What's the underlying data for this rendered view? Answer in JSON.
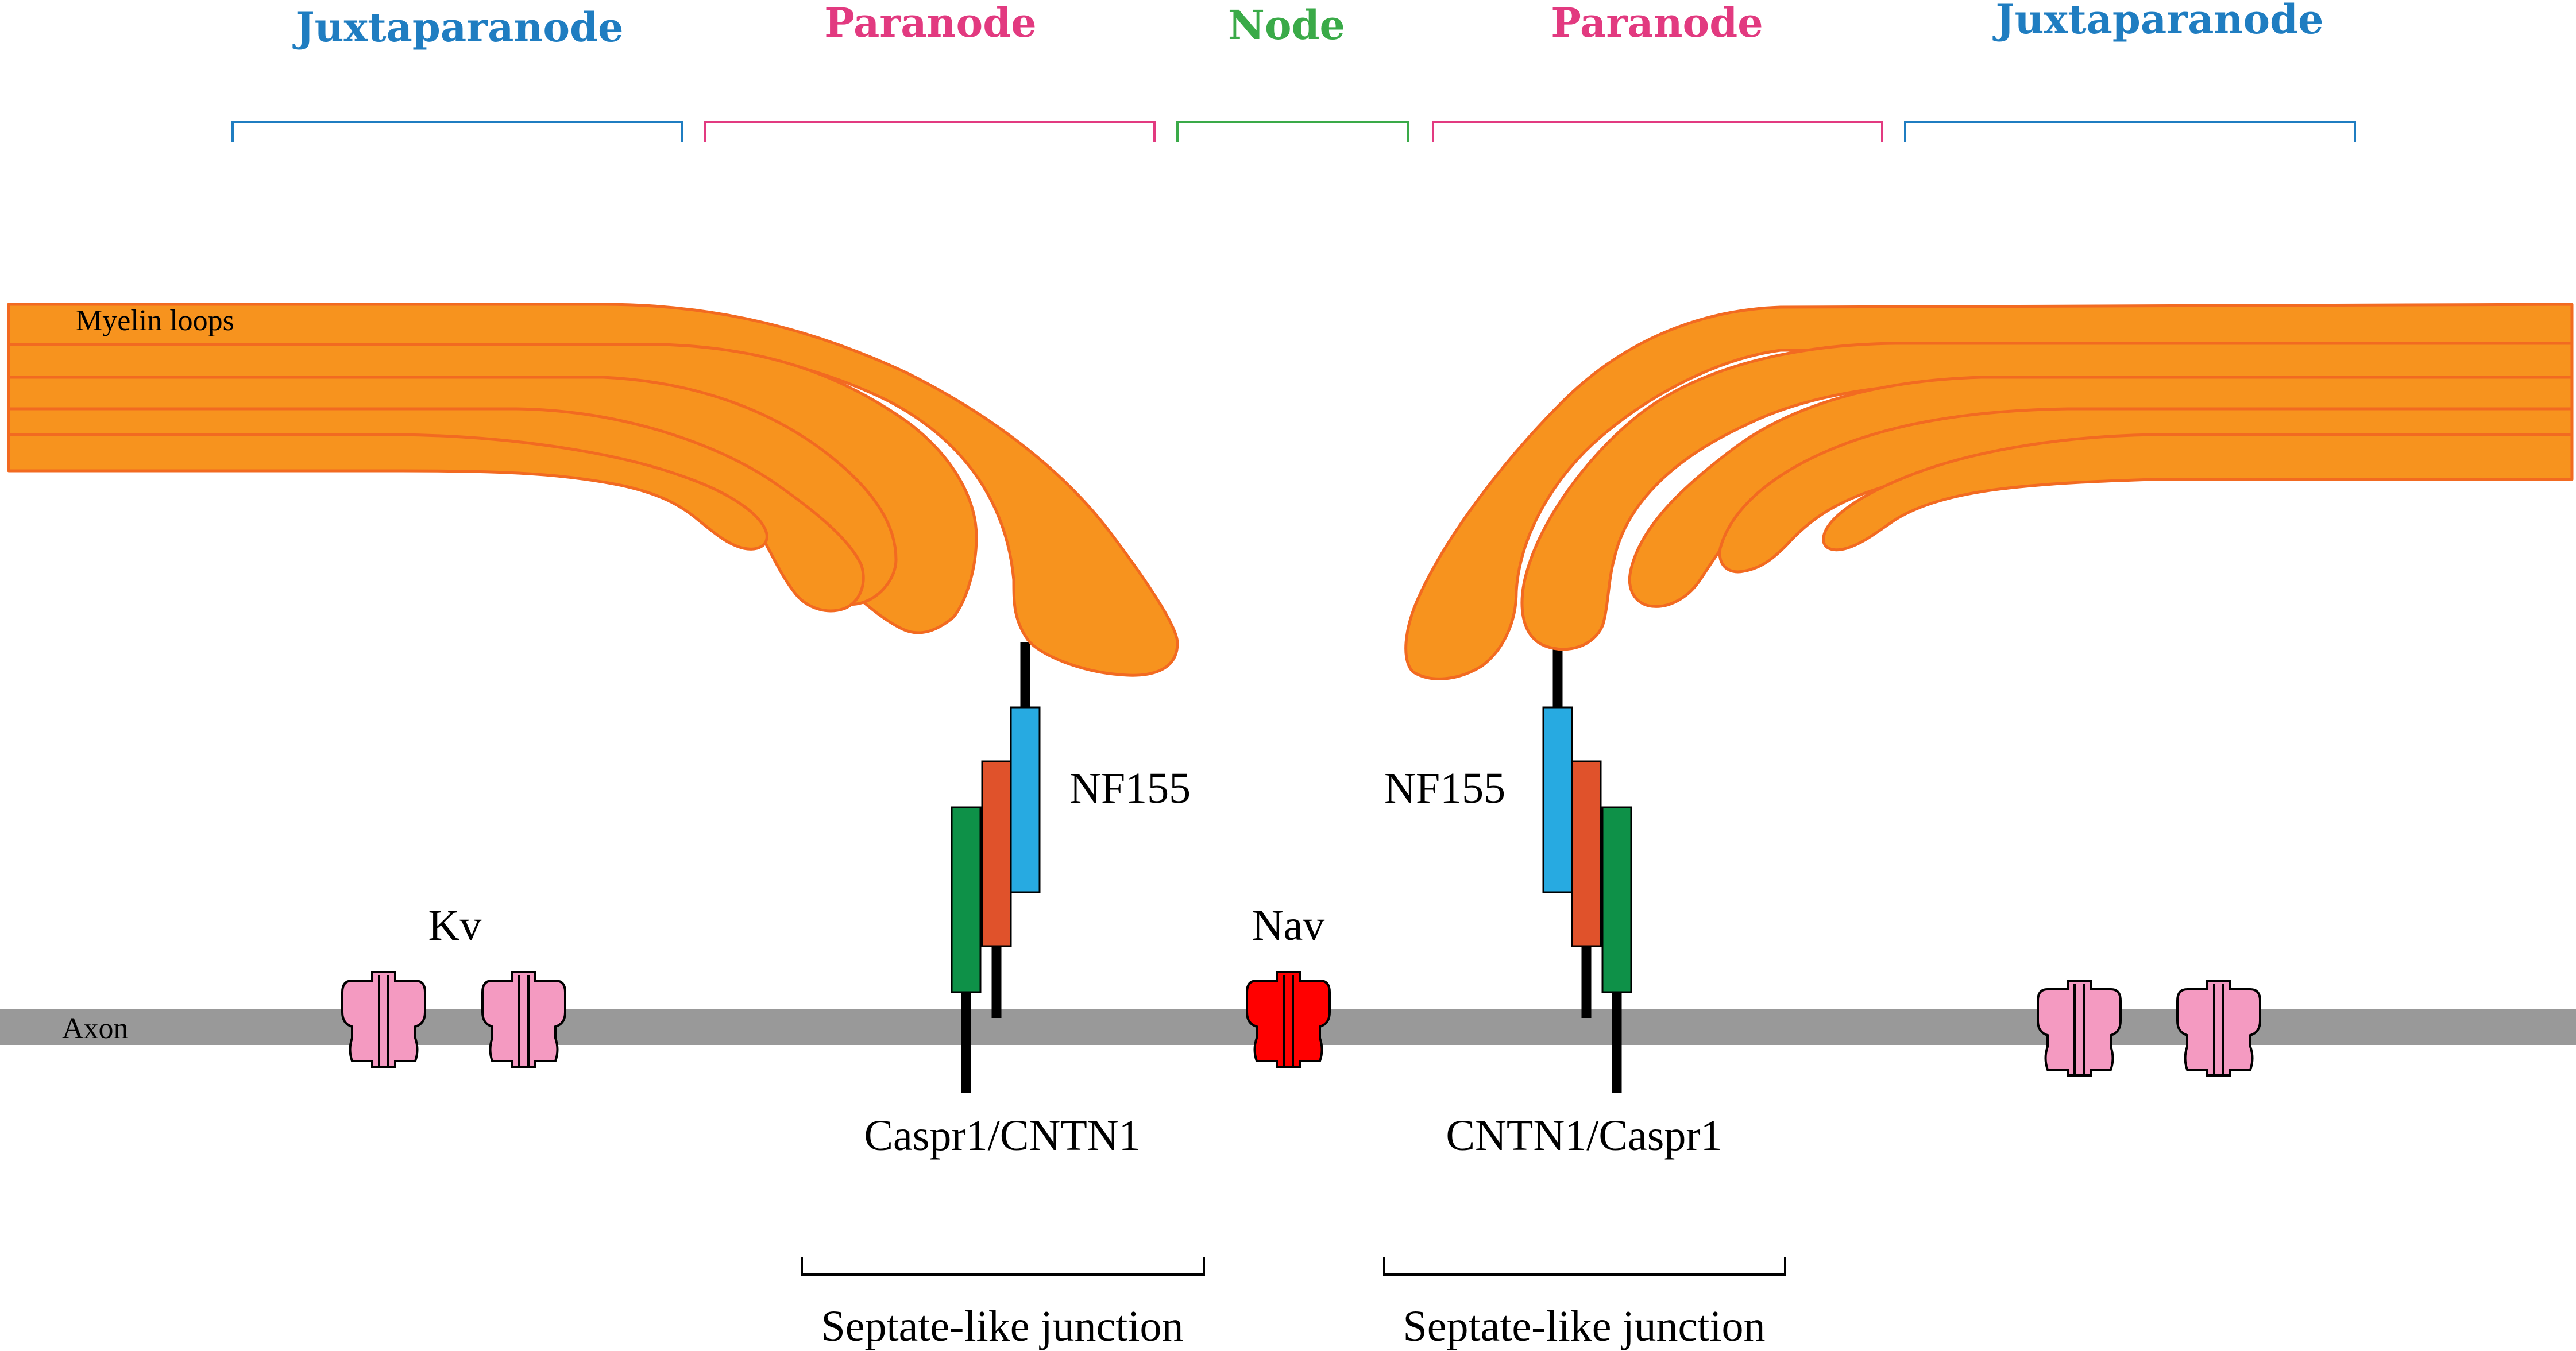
{
  "regions": [
    {
      "label": "Juxtaparanode",
      "color": "#1f7dc1"
    },
    {
      "label": "Paranode",
      "color": "#e23a80"
    },
    {
      "label": "Node",
      "color": "#3aaa48"
    },
    {
      "label": "Paranode",
      "color": "#e23a80"
    },
    {
      "label": "Juxtaparanode",
      "color": "#1f7dc1"
    }
  ],
  "labels": {
    "myelin": "Myelin loops",
    "axon": "Axon",
    "kv": "Kv",
    "nav": "Nav",
    "nf155_left": "NF155",
    "nf155_right": "NF155",
    "complex_left": "Caspr1/CNTN1",
    "complex_right": "CNTN1/Caspr1",
    "junction_left": "Septate-like junction",
    "junction_right": "Septate-like junction"
  },
  "colors": {
    "myelin_fill": "#f7931e",
    "myelin_stroke": "#f26a21",
    "axon": "#999999",
    "nf155": "#27aae1",
    "cntn1": "#e0522b",
    "caspr1": "#0e9148",
    "kv_channel": "#f49ac1",
    "nav_channel": "#ff0000"
  }
}
